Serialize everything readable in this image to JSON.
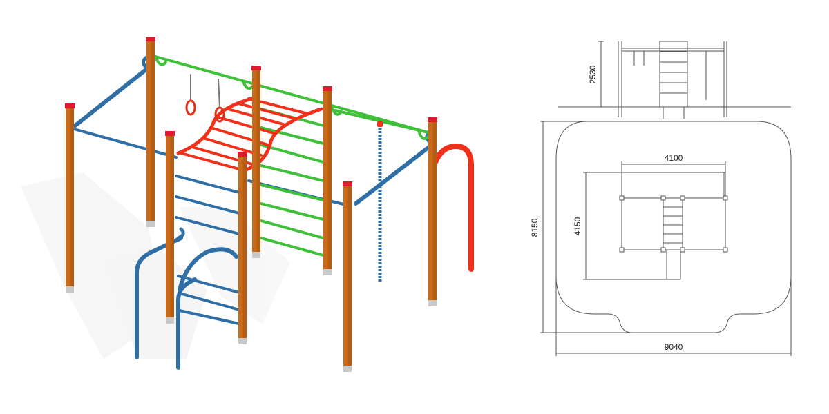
{
  "colors": {
    "post": "#c96a1a",
    "post_dark": "#9b4e0f",
    "post_cap": "#e0192e",
    "base": "#c9c9c9",
    "blue": "#2f6fa5",
    "green": "#3fbf3a",
    "red": "#f0301a",
    "ring": "#e03019",
    "rope": "#2f6fa5",
    "line": "#555555",
    "shadow": "#eeeeee"
  },
  "drawing": {
    "elevation_height": "2530",
    "inner_width": "4100",
    "inner_depth": "4150",
    "outer_depth": "8150",
    "outer_width": "9040"
  }
}
